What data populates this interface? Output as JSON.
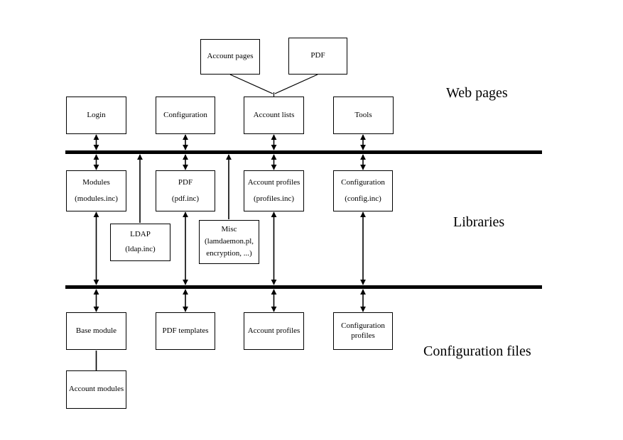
{
  "boxes": {
    "account_pages": {
      "label": "Account pages"
    },
    "pdf_page": {
      "label": "PDF"
    },
    "login": {
      "label": "Login"
    },
    "configuration_page": {
      "label": "Configuration"
    },
    "account_lists": {
      "label": "Account lists"
    },
    "tools": {
      "label": "Tools"
    },
    "modules_lib": {
      "line1": "Modules",
      "line2": "(modules.inc)"
    },
    "pdf_lib": {
      "line1": "PDF",
      "line2": "(pdf.inc)"
    },
    "account_profiles_lib": {
      "line1": "Account profiles",
      "line2": "(profiles.inc)"
    },
    "configuration_lib": {
      "line1": "Configuration",
      "line2": "(config.inc)"
    },
    "ldap_lib": {
      "line1": "LDAP",
      "line2": "(ldap.inc)"
    },
    "misc_lib": {
      "line1": "Misc",
      "line2": "(lamdaemon.pl,",
      "line3": "encryption, ...)"
    },
    "base_module": {
      "label": "Base module"
    },
    "pdf_templates": {
      "label": "PDF templates"
    },
    "account_profiles_file": {
      "label": "Account profiles"
    },
    "configuration_profiles": {
      "line1": "Configuration",
      "line2": "profiles"
    },
    "account_modules": {
      "label": "Account modules"
    }
  },
  "section_labels": {
    "web_pages": "Web pages",
    "libraries": "Libraries",
    "configuration_files": "Configuration files"
  },
  "colors": {
    "line": "#000000",
    "background": "#ffffff"
  }
}
